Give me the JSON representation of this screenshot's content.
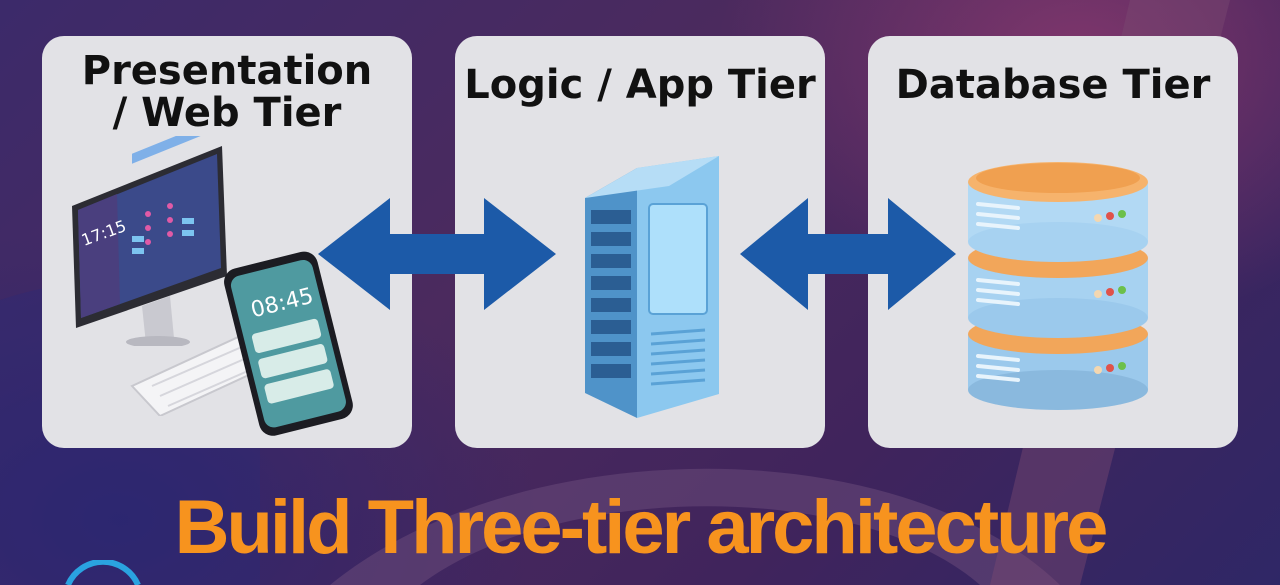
{
  "tiers": [
    {
      "title": "Presentation\n/ Web  Tier"
    },
    {
      "title": "Logic / App Tier"
    },
    {
      "title": "Database Tier"
    }
  ],
  "headline": "Build Three-tier architecture",
  "device_text": {
    "desktop_time": "17:15",
    "phone_time": "08:45"
  },
  "icons": [
    "desktop-computer-icon",
    "smartphone-icon",
    "keyboard-icon",
    "server-rack-icon",
    "database-stack-icon",
    "double-arrow-icon"
  ],
  "colors": {
    "accent": "#f7931e",
    "arrow": "#1c5aa8",
    "panel": "#e2e2e6",
    "server": "#8cc8ef",
    "db_disk": "#9bc9ec",
    "db_top": "#f2a65a"
  }
}
